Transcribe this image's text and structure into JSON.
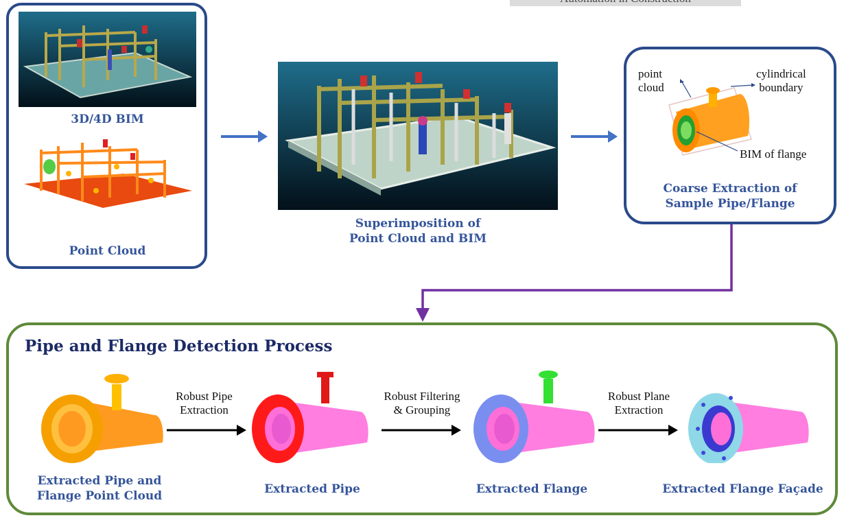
{
  "header": {
    "journal": "Automation in Construction"
  },
  "left_panel": {
    "bim_caption": "3D/4D BIM",
    "pointcloud_caption": "Point Cloud"
  },
  "center": {
    "caption_line1": "Superimposition of",
    "caption_line2": "Point Cloud and BIM"
  },
  "right_panel": {
    "label_point": "point",
    "label_cloud": "cloud",
    "label_cylindrical": "cylindrical",
    "label_boundary": "boundary",
    "label_bim_flange": "BIM of flange",
    "caption_line1": "Coarse Extraction of",
    "caption_line2": "Sample Pipe/Flange"
  },
  "process": {
    "title": "Pipe and Flange Detection Process",
    "steps": [
      {
        "line1": "Extracted Pipe and",
        "line2": "Flange Point Cloud"
      },
      {
        "line1": "Extracted Pipe"
      },
      {
        "line1": "Extracted Flange"
      },
      {
        "line1": "Extracted Flange Façade"
      }
    ],
    "arrows": [
      {
        "line1": "Robust Pipe",
        "line2": "Extraction"
      },
      {
        "line1": "Robust Filtering",
        "line2": "& Grouping"
      },
      {
        "line1": "Robust Plane",
        "line2": "Extraction"
      }
    ]
  },
  "colors": {
    "blue_box": "#2a4a8a",
    "green_box": "#5e8a3a",
    "flow_arrow": "#4472c4",
    "purple_connector": "#7030a0"
  }
}
